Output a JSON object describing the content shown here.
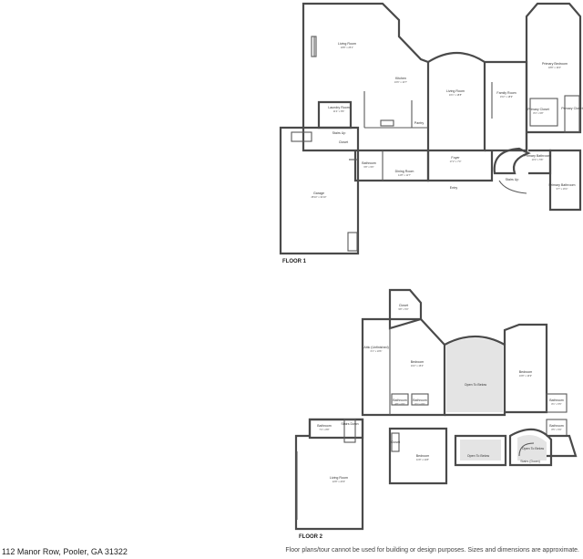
{
  "address": "112 Manor Row, Pooler, GA 31322",
  "disclaimer": "Floor plans/tour cannot be used for building or design purposes. Sizes and dimensions are approximate.",
  "floors": [
    {
      "label": "FLOOR 1",
      "rooms": [
        {
          "id": "living-room-1",
          "name": "Living Room",
          "dims": "18'8\" x 25'1\""
        },
        {
          "id": "kitchen",
          "name": "Kitchen",
          "dims": "16'6\" x 13'7\""
        },
        {
          "id": "living-room-2",
          "name": "Living Room",
          "dims": "16'1\" x 18'8\""
        },
        {
          "id": "family-room",
          "name": "Family Room",
          "dims": "15'2\" x 18'9\""
        },
        {
          "id": "primary-bedroom",
          "name": "Primary Bedroom",
          "dims": "18'8\" x 19'4\""
        },
        {
          "id": "laundry-room",
          "name": "Laundry Room",
          "dims": "11'4\" x 8'6\""
        },
        {
          "id": "pantry",
          "name": "Pantry",
          "dims": ""
        },
        {
          "id": "primary-closet-1",
          "name": "Primary Closet",
          "dims": "8'4\" x 9'8\""
        },
        {
          "id": "primary-closet-2",
          "name": "Primary Closet",
          "dims": ""
        },
        {
          "id": "stairs-up",
          "name": "Stairs Up",
          "dims": ""
        },
        {
          "id": "closet-1",
          "name": "Closet",
          "dims": ""
        },
        {
          "id": "bathroom-1",
          "name": "Bathroom",
          "dims": "6'8\" x 9'6\""
        },
        {
          "id": "dining-room",
          "name": "Dining Room",
          "dims": "14'8\" x 11'7\""
        },
        {
          "id": "foyer",
          "name": "Foyer",
          "dims": "17'2\" x 7'0\""
        },
        {
          "id": "entry",
          "name": "Entry",
          "dims": ""
        },
        {
          "id": "stairs-up-2",
          "name": "Stairs Up",
          "dims": ""
        },
        {
          "id": "primary-bathroom-1",
          "name": "Primary Bathroom",
          "dims": "10'4\" x 5'8\""
        },
        {
          "id": "primary-bathroom-2",
          "name": "Primary Bathroom",
          "dims": "9'7\" x 16'4\""
        },
        {
          "id": "garage",
          "name": "Garage",
          "dims": "28'10\" x 32'10\""
        }
      ]
    },
    {
      "label": "FLOOR 2",
      "rooms": [
        {
          "id": "closet-f2",
          "name": "Closet",
          "dims": "9'8\" x 5'0\""
        },
        {
          "id": "attic",
          "name": "Attic (Unfinished)",
          "dims": "6'1\" x 19'6\""
        },
        {
          "id": "bedroom-1",
          "name": "Bedroom",
          "dims": "16'2\" x 15'4\""
        },
        {
          "id": "open-to-below-1",
          "name": "Open To Below",
          "dims": ""
        },
        {
          "id": "bedroom-2",
          "name": "Bedroom",
          "dims": "16'8\" x 16'9\""
        },
        {
          "id": "bathroom-f2-1",
          "name": "Bathroom",
          "dims": "4'8\" x 6'6\""
        },
        {
          "id": "bathroom-f2-2",
          "name": "Bathroom",
          "dims": "6'1\" x 6'6\""
        },
        {
          "id": "bathroom-f2-3",
          "name": "Bathroom",
          "dims": "8'1\" x 5'5\""
        },
        {
          "id": "bathroom-f2-4",
          "name": "Bathroom",
          "dims": "8'5\" x 5'9\""
        },
        {
          "id": "bathroom-f2-5",
          "name": "Bathroom",
          "dims": "7'4\" x 8'8\""
        },
        {
          "id": "stairs-down",
          "name": "Stairs Down",
          "dims": ""
        },
        {
          "id": "closet-f2-2",
          "name": "Closet",
          "dims": ""
        },
        {
          "id": "bedroom-3",
          "name": "Bedroom",
          "dims": "11'8\" x 13'8\""
        },
        {
          "id": "open-to-below-2",
          "name": "Open To Below",
          "dims": ""
        },
        {
          "id": "open-to-below-3",
          "name": "Open To Below",
          "dims": ""
        },
        {
          "id": "stairs-down-2",
          "name": "Stairs (Down)",
          "dims": ""
        },
        {
          "id": "living-room-f2",
          "name": "Living Room",
          "dims": "22'8\" x 23'9\""
        }
      ]
    }
  ]
}
